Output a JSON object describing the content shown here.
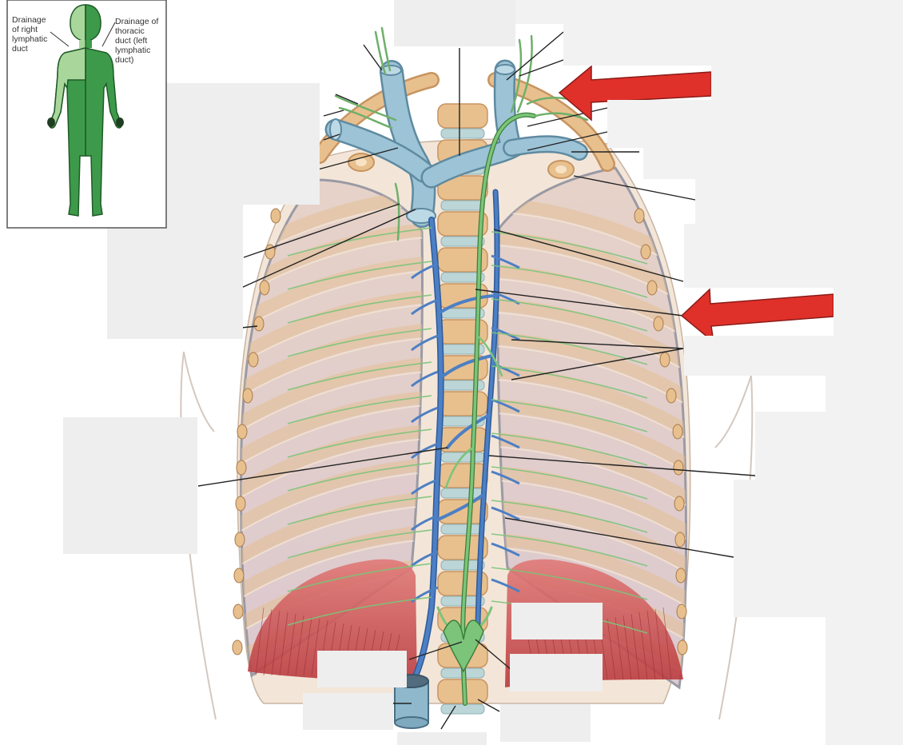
{
  "inset": {
    "left_label": [
      "Drainage",
      "of right",
      "lymphatic",
      "duct"
    ],
    "right_label": [
      "Drainage of",
      "thoracic",
      "duct (left",
      "lymphatic",
      "duct)"
    ],
    "colors": {
      "right_region": "#a9d79b",
      "left_region": "#3d9a4a",
      "outline": "#1f5a27",
      "frame": "#555555"
    }
  },
  "colors": {
    "vein": "#8fb8cc",
    "vein_dark": "#5f8aa0",
    "azygos": "#3f6fb5",
    "lymph": "#6fb06a",
    "bone": "#e8c08e",
    "bone_dark": "#c79460",
    "pleura": "#d9ccd3",
    "muscle": "#c8494c",
    "arrow": "#e0302a",
    "label_box": "#eeeeee",
    "leader": "#222222"
  },
  "arrows": [
    {
      "name": "upper-red-arrow",
      "points_to": "thoracic-duct-termination"
    },
    {
      "name": "lower-red-arrow",
      "points_to": "thoracic-duct-mid"
    }
  ],
  "label_boxes_count": 21
}
